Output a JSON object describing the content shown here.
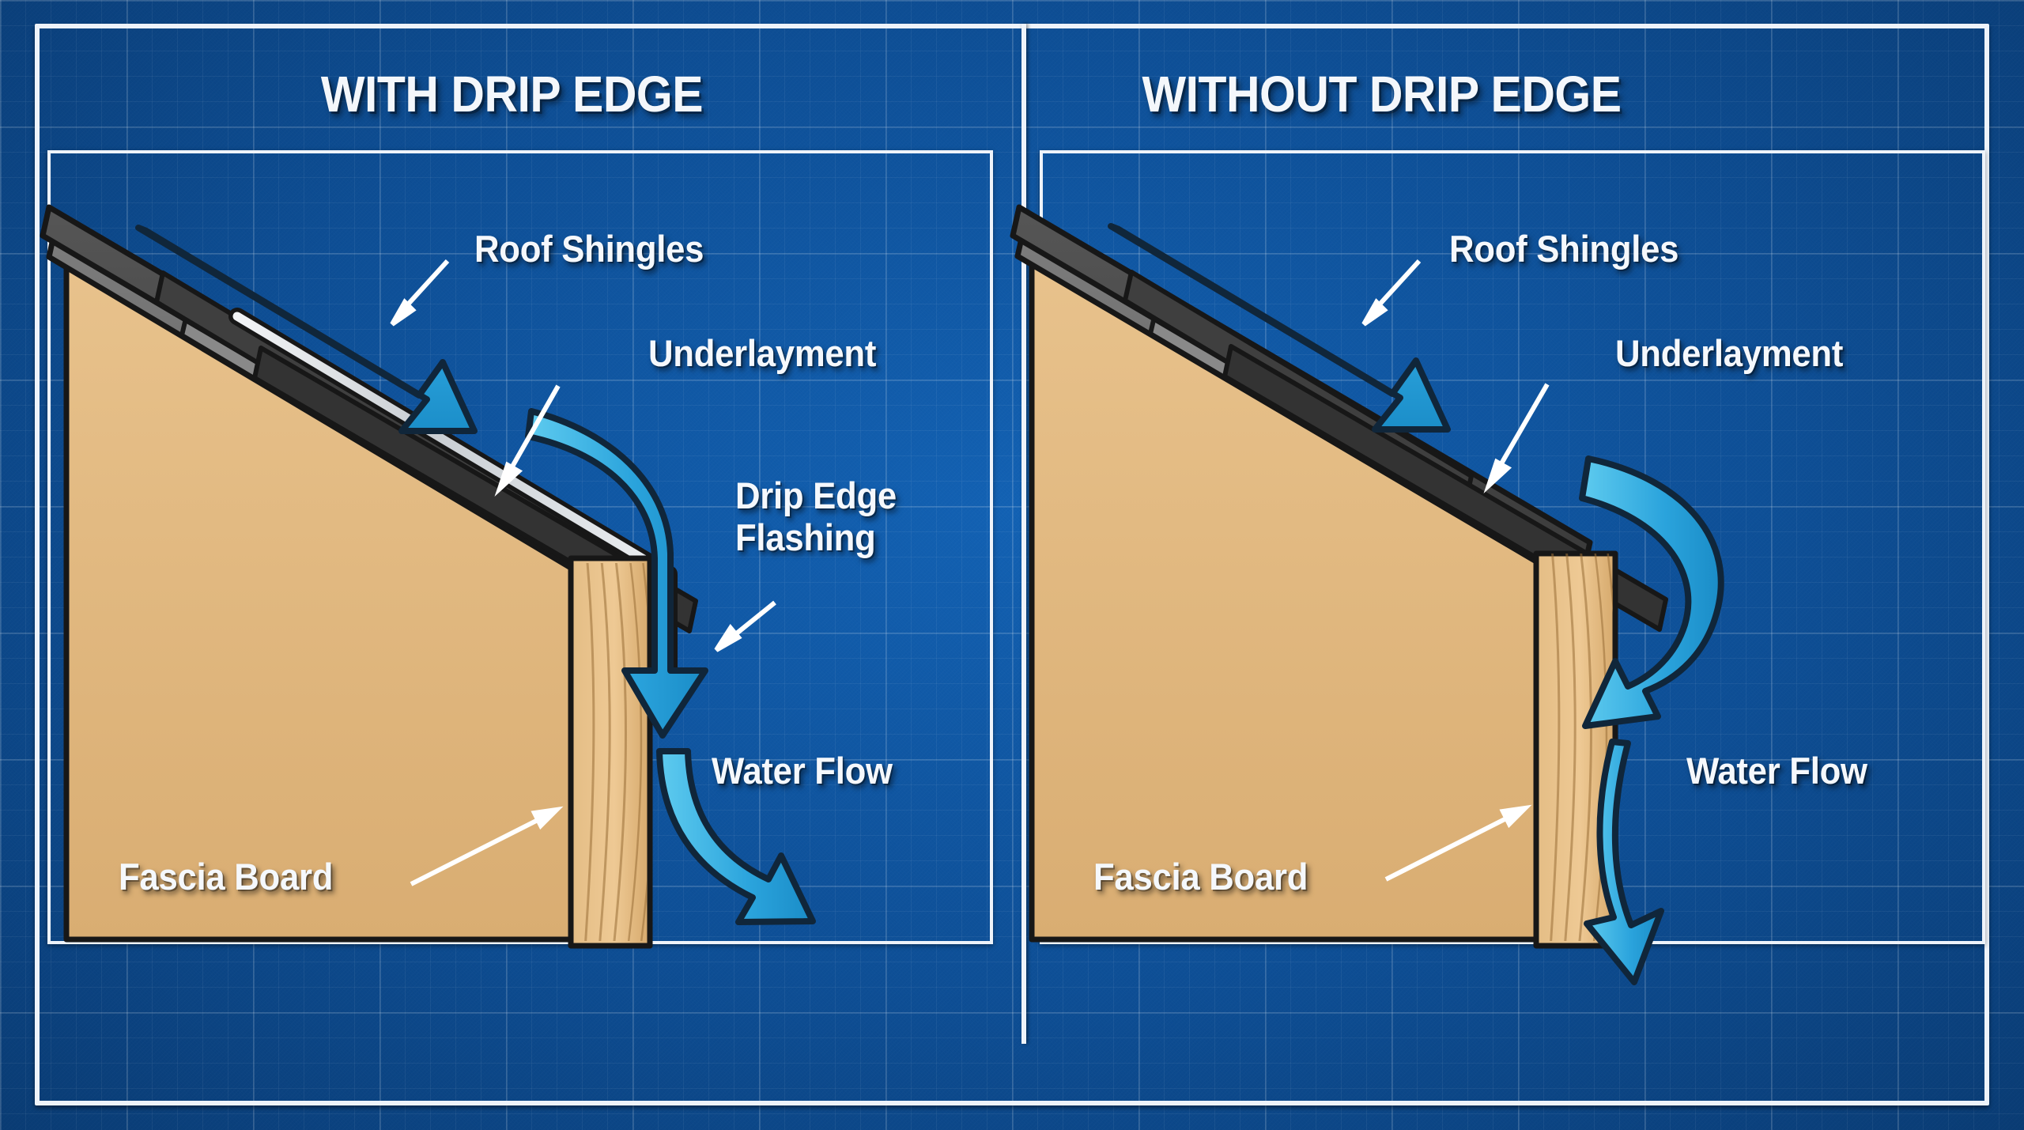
{
  "diagram": {
    "kind": "blueprint-comparison",
    "background_color": "#10559f",
    "frame_color": "#eef3fa",
    "accent_water_color": "#29a8e0",
    "wood_color": "#e0b97f",
    "shingle_color": "#4a4a4a",
    "underlayment_color": "#6f6f6f",
    "flashing_color": "#d8dde2"
  },
  "panels": [
    {
      "id": "with-drip-edge",
      "title": "WITH DRIP EDGE",
      "labels": [
        {
          "key": "roof_shingles",
          "text": "Roof Shingles"
        },
        {
          "key": "underlayment",
          "text": "Underlayment"
        },
        {
          "key": "drip_edge_flashing",
          "text": "Drip Edge\nFlashing"
        },
        {
          "key": "water_flow",
          "text": "Water Flow"
        },
        {
          "key": "fascia_board",
          "text": "Fascia Board"
        }
      ]
    },
    {
      "id": "without-drip-edge",
      "title": "WITHOUT DRIP EDGE",
      "labels": [
        {
          "key": "roof_shingles",
          "text": "Roof Shingles"
        },
        {
          "key": "underlayment",
          "text": "Underlayment"
        },
        {
          "key": "water_flow",
          "text": "Water Flow"
        },
        {
          "key": "fascia_board",
          "text": "Fascia Board"
        }
      ]
    }
  ]
}
